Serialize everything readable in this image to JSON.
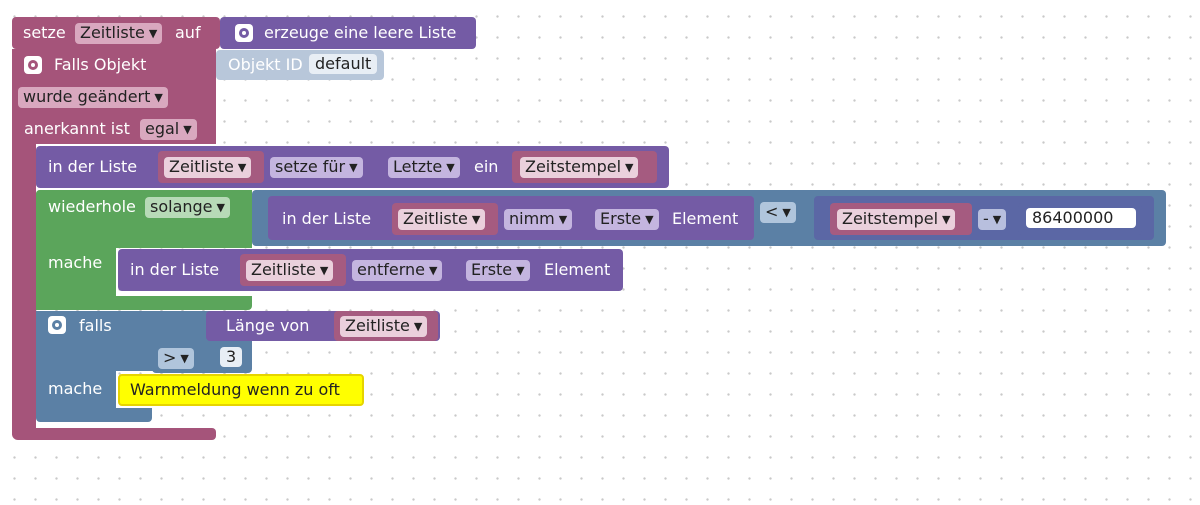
{
  "colors": {
    "trigger_block": "#a5547a",
    "variable_block": "#a55b80",
    "list_block": "#745ba5",
    "loop_block": "#5ba55b",
    "logic_block": "#5b80a5",
    "math_block": "#5b67a5",
    "comment_block": "#ffff00",
    "object_block_light": "#b8c7da"
  },
  "set_block": {
    "keyword": "setze",
    "variable": "Zeitliste",
    "to_label": "auf",
    "create_list_icon": "gear-icon",
    "create_list_label": "erzeuge eine leere Liste"
  },
  "trigger": {
    "icon": "gear-icon",
    "title": "Falls Objekt",
    "object_id_label": "Objekt ID",
    "object_id_value": "default",
    "condition": "wurde geändert",
    "ack_label": "anerkannt ist",
    "ack_value": "egal"
  },
  "list_set": {
    "in_list_label": "in der Liste",
    "variable": "Zeitliste",
    "mode": "setze für",
    "position": "Letzte",
    "ein_label": "ein",
    "value": "Zeitstempel"
  },
  "while_loop": {
    "repeat_label": "wiederhole",
    "repeat_mode": "solange",
    "condition": {
      "in_list_label": "in der Liste",
      "variable": "Zeitliste",
      "mode": "nimm",
      "position": "Erste",
      "element_label": "Element",
      "operator": "<",
      "timestamp": "Zeitstempel",
      "arith_operator": "-",
      "number": "86400000"
    },
    "do_label": "mache",
    "body": {
      "in_list_label": "in der Liste",
      "variable": "Zeitliste",
      "mode": "entferne",
      "position": "Erste",
      "element_label": "Element"
    }
  },
  "if_block": {
    "icon": "gear-icon",
    "if_label": "falls",
    "length_label": "Länge von",
    "variable": "Zeitliste",
    "operator": ">",
    "number": "3",
    "do_label": "mache",
    "comment": "Warnmeldung wenn zu oft"
  }
}
